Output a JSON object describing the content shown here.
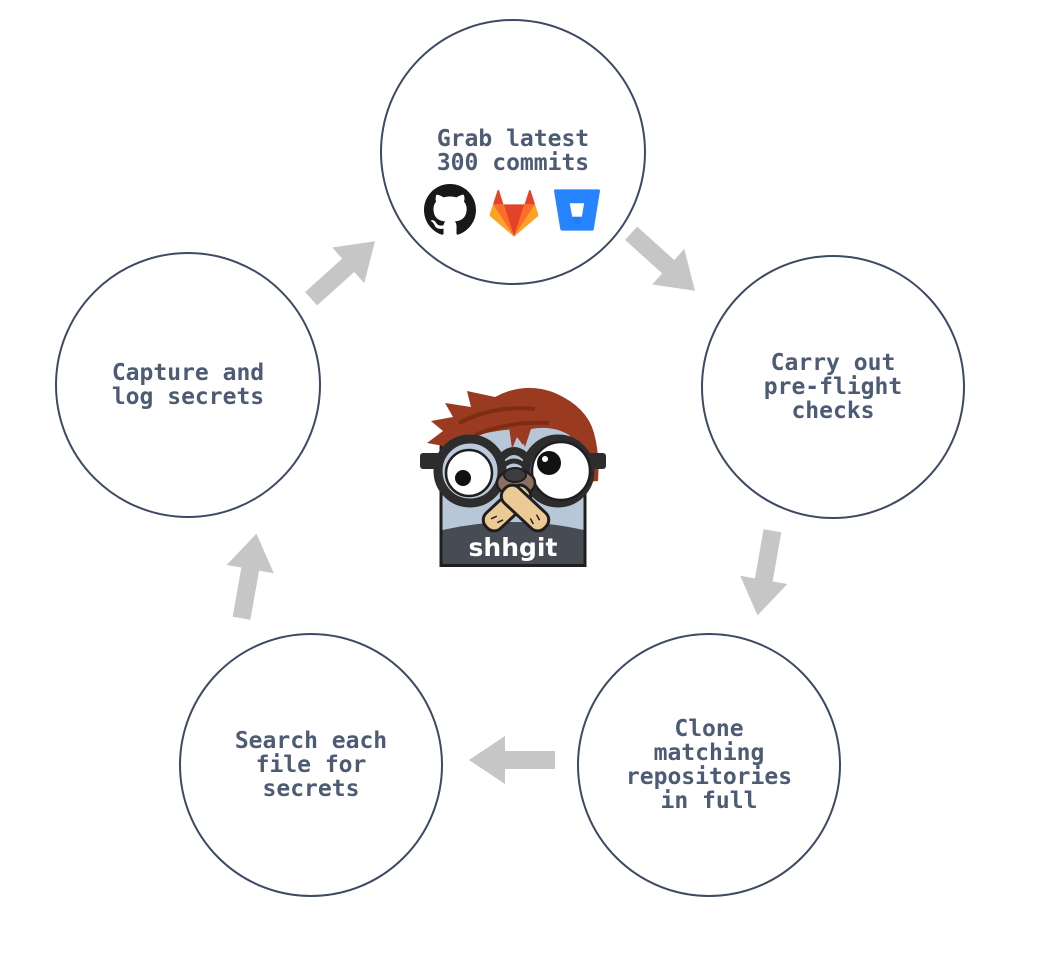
{
  "center": {
    "label": "shhgit",
    "mascot": "shhgit-gopher-mascot"
  },
  "steps": [
    {
      "name": "grab-commits",
      "lines": [
        "Grab latest",
        "300 commits"
      ],
      "icons": [
        "github-icon",
        "gitlab-icon",
        "bitbucket-icon"
      ]
    },
    {
      "name": "preflight-checks",
      "lines": [
        "Carry out",
        "pre-flight",
        "checks"
      ]
    },
    {
      "name": "clone-repos",
      "lines": [
        "Clone",
        "matching",
        "repositories",
        "in full"
      ]
    },
    {
      "name": "search-files",
      "lines": [
        "Search each",
        "file for",
        "secrets"
      ]
    },
    {
      "name": "capture-log",
      "lines": [
        "Capture and",
        "log secrets"
      ]
    }
  ],
  "flow": [
    "capture-log -> grab-commits",
    "grab-commits -> preflight-checks",
    "preflight-checks -> clone-repos",
    "clone-repos -> search-files",
    "search-files -> capture-log"
  ],
  "colors": {
    "circle_border": "#3e4a63",
    "step_text": "#4d5b75",
    "arrow": "#c6c6c6",
    "github": "#191717",
    "gitlab_red": "#e24329",
    "gitlab_orange": "#fc6d26",
    "gitlab_amber": "#fca326",
    "bitbucket": "#2684ff",
    "mascot_hair": "#9a3a20",
    "mascot_face": "#b7c7d8",
    "mascot_body": "#474b54",
    "mascot_label_text": "#ffffff"
  }
}
